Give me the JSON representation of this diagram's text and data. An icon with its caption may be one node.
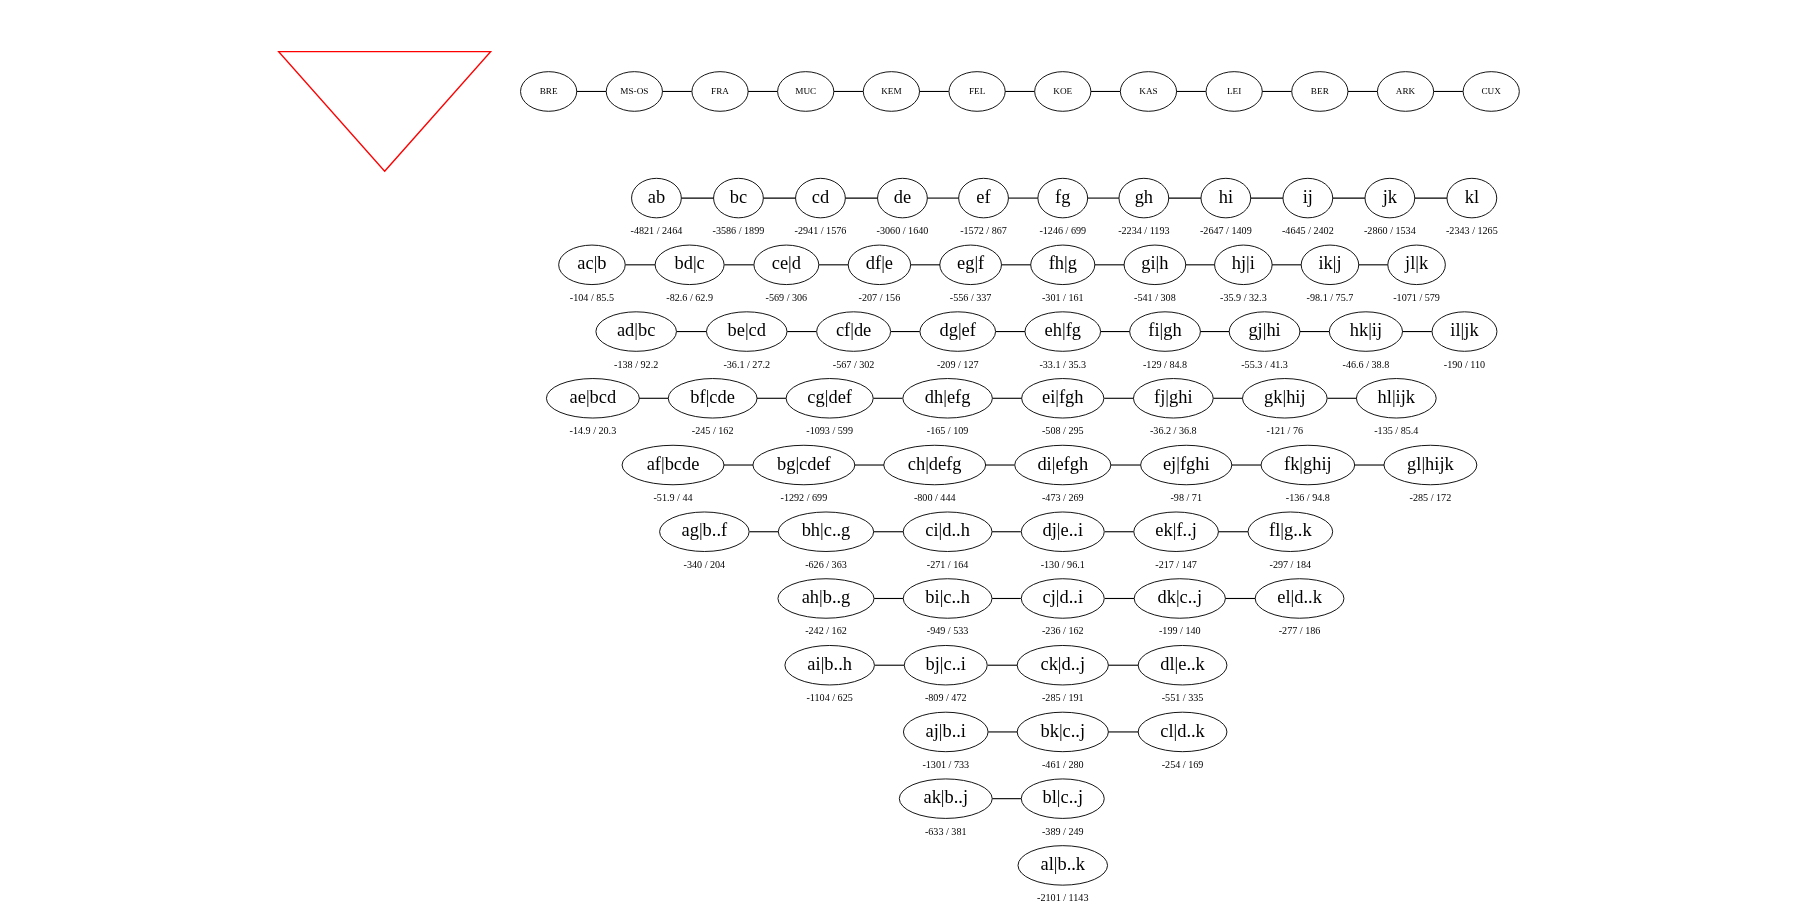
{
  "diagram": {
    "nodes": [
      {
        "text": [],
        "shape": "triangle"
      },
      {
        "text": [
          "BRE"
        ]
      },
      {
        "text": [
          "MS-OS"
        ]
      },
      {
        "text": [
          "FRA"
        ]
      },
      {
        "text": [
          "MUC"
        ]
      },
      {
        "text": [
          "KEM"
        ]
      },
      {
        "text": [
          "FEL"
        ]
      },
      {
        "text": [
          "KOE"
        ]
      },
      {
        "text": [
          "KAS"
        ]
      },
      {
        "text": [
          "LEI"
        ]
      },
      {
        "text": [
          "BER"
        ]
      },
      {
        "text": [
          "ARK"
        ]
      },
      {
        "text": [
          "CUX"
        ]
      },
      {
        "text": [
          "ab"
        ],
        "beside": [
          "-4821 / 2464"
        ]
      },
      {
        "text": [
          "bc"
        ],
        "beside": [
          "-3586 / 1899"
        ]
      },
      {
        "text": [
          "cd"
        ],
        "beside": [
          "-2941 / 1576"
        ]
      },
      {
        "text": [
          "de"
        ],
        "beside": [
          "-3060 / 1640"
        ]
      },
      {
        "text": [
          "ef"
        ],
        "beside": [
          "-1572 / 867"
        ]
      },
      {
        "text": [
          "fg"
        ],
        "beside": [
          "-1246 / 699"
        ]
      },
      {
        "text": [
          "gh"
        ],
        "beside": [
          "-2234 / 1193"
        ]
      },
      {
        "text": [
          "hi"
        ],
        "beside": [
          "-2647 / 1409"
        ]
      },
      {
        "text": [
          "ij"
        ],
        "beside": [
          "-4645 / 2402"
        ]
      },
      {
        "text": [
          "jk"
        ],
        "beside": [
          "-2860 / 1534"
        ]
      },
      {
        "text": [
          "kl"
        ],
        "beside": [
          "-2343 / 1265"
        ]
      },
      {
        "text": [
          "ac|b"
        ],
        "beside": [
          "-104 / 85.5"
        ]
      },
      {
        "text": [
          "bd|c"
        ],
        "beside": [
          "-82.6 / 62.9"
        ]
      },
      {
        "text": [
          "ce|d"
        ],
        "beside": [
          "-569 / 306"
        ]
      },
      {
        "text": [
          "df|e"
        ],
        "beside": [
          "-207 / 156"
        ]
      },
      {
        "text": [
          "eg|f"
        ],
        "beside": [
          "-556 / 337"
        ]
      },
      {
        "text": [
          "fh|g"
        ],
        "beside": [
          "-301 / 161"
        ]
      },
      {
        "text": [
          "gi|h"
        ],
        "beside": [
          "-541 / 308"
        ]
      },
      {
        "text": [
          "hj|i"
        ],
        "beside": [
          "-35.9 / 32.3"
        ]
      },
      {
        "text": [
          "ik|j"
        ],
        "beside": [
          "-98.1 / 75.7"
        ]
      },
      {
        "text": [
          "jl|k"
        ],
        "beside": [
          "-1071 / 579"
        ]
      },
      {
        "text": [
          "ad|bc"
        ],
        "beside": [
          "-138 / 92.2"
        ]
      },
      {
        "text": [
          "be|cd"
        ],
        "beside": [
          "-36.1 / 27.2"
        ]
      },
      {
        "text": [
          "cf|de"
        ],
        "beside": [
          "-567 / 302"
        ]
      },
      {
        "text": [
          "dg|ef"
        ],
        "beside": [
          "-209 / 127"
        ]
      },
      {
        "text": [
          "eh|fg"
        ],
        "beside": [
          "-33.1 / 35.3"
        ]
      },
      {
        "text": [
          "fi|gh"
        ],
        "beside": [
          "-129 / 84.8"
        ]
      },
      {
        "text": [
          "gj|hi"
        ],
        "beside": [
          "-55.3 / 41.3"
        ]
      },
      {
        "text": [
          "hk|ij"
        ],
        "beside": [
          "-46.6 / 38.8"
        ]
      },
      {
        "text": [
          "il|jk"
        ],
        "beside": [
          "-190 / 110"
        ]
      },
      {
        "text": [
          "ae|bcd"
        ],
        "beside": [
          "-14.9 / 20.3"
        ]
      },
      {
        "text": [
          "bf|cde"
        ],
        "beside": [
          "-245 / 162"
        ]
      },
      {
        "text": [
          "cg|def"
        ],
        "beside": [
          "-1093 / 599"
        ]
      },
      {
        "text": [
          "dh|efg"
        ],
        "beside": [
          "-165 / 109"
        ]
      },
      {
        "text": [
          "ei|fgh"
        ],
        "beside": [
          "-508 / 295"
        ]
      },
      {
        "text": [
          "fj|ghi"
        ],
        "beside": [
          "-36.2 / 36.8"
        ]
      },
      {
        "text": [
          "gk|hij"
        ],
        "beside": [
          "-121 / 76"
        ]
      },
      {
        "text": [
          "hl|ijk"
        ],
        "beside": [
          "-135 / 85.4"
        ]
      },
      {
        "text": [
          "af|bcde"
        ],
        "beside": [
          "-51.9 / 44"
        ]
      },
      {
        "text": [
          "bg|cdef"
        ],
        "beside": [
          "-1292 / 699"
        ]
      },
      {
        "text": [
          "ch|defg"
        ],
        "beside": [
          "-800 / 444"
        ]
      },
      {
        "text": [
          "di|efgh"
        ],
        "beside": [
          "-473 / 269"
        ]
      },
      {
        "text": [
          "ej|fghi"
        ],
        "beside": [
          "-98 / 71"
        ]
      },
      {
        "text": [
          "fk|ghij"
        ],
        "beside": [
          "-136 / 94.8"
        ]
      },
      {
        "text": [
          "gl|hijk"
        ],
        "beside": [
          "-285 / 172"
        ]
      },
      {
        "text": [
          "ag|b..f"
        ],
        "beside": [
          "-340 / 204"
        ]
      },
      {
        "text": [
          "bh|c..g"
        ],
        "beside": [
          "-626 / 363"
        ]
      },
      {
        "text": [
          "ci|d..h"
        ],
        "beside": [
          "-271 / 164"
        ]
      },
      {
        "text": [
          "dj|e..i"
        ],
        "beside": [
          "-130 / 96.1"
        ]
      },
      {
        "text": [
          "ek|f..j"
        ],
        "beside": [
          "-217 / 147"
        ]
      },
      {
        "text": [
          "fl|g..k"
        ],
        "beside": [
          "-297 / 184"
        ]
      },
      {
        "text": [
          "ah|b..g"
        ],
        "beside": [
          "-242 / 162"
        ]
      },
      {
        "text": [
          "bi|c..h"
        ],
        "beside": [
          "-949 / 533"
        ]
      },
      {
        "text": [
          "cj|d..i"
        ],
        "beside": [
          "-236 / 162"
        ]
      },
      {
        "text": [
          "dk|c..j"
        ],
        "beside": [
          "-199 / 140"
        ]
      },
      {
        "text": [
          "el|d..k"
        ],
        "beside": [
          "-277 / 186"
        ]
      },
      {
        "text": [
          "ai|b..h"
        ],
        "beside": [
          "-1104 / 625"
        ]
      },
      {
        "text": [
          "bj|c..i"
        ],
        "beside": [
          "-809 / 472"
        ]
      },
      {
        "text": [
          "ck|d..j"
        ],
        "beside": [
          "-285 / 191"
        ]
      },
      {
        "text": [
          "dl|e..k"
        ],
        "beside": [
          "-551 / 335"
        ]
      },
      {
        "text": [
          "aj|b..i"
        ],
        "beside": [
          "-1301 / 733"
        ]
      },
      {
        "text": [
          "bk|c..j"
        ],
        "beside": [
          "-461 / 280"
        ]
      },
      {
        "text": [
          "cl|d..k"
        ],
        "beside": [
          "-254 / 169"
        ]
      },
      {
        "text": [
          "ak|b..j"
        ],
        "beside": [
          "-633 / 381"
        ]
      },
      {
        "text": [
          "bl|c..j"
        ],
        "beside": [
          "-389 / 249"
        ]
      },
      {
        "text": [
          "al|b..k"
        ],
        "beside": [
          "-2101 / 1143"
        ]
      }
    ],
    "edges": [
      {
        "from": 1,
        "to": 2,
        "arrow": "none"
      },
      {
        "from": 2,
        "to": 3,
        "arrow": "none"
      },
      {
        "from": 3,
        "to": 4,
        "arrow": "none"
      },
      {
        "from": 4,
        "to": 5,
        "arrow": "none"
      },
      {
        "from": 5,
        "to": 6,
        "arrow": "none"
      },
      {
        "from": 6,
        "to": 7,
        "arrow": "none"
      },
      {
        "from": 7,
        "to": 8,
        "arrow": "none"
      },
      {
        "from": 8,
        "to": 9,
        "arrow": "none"
      },
      {
        "from": 9,
        "to": 10,
        "arrow": "none"
      },
      {
        "from": 10,
        "to": 11,
        "arrow": "none"
      },
      {
        "from": 11,
        "to": 12,
        "arrow": "none"
      },
      {
        "from": 13,
        "to": 14,
        "arrow": "none"
      },
      {
        "from": 14,
        "to": 15,
        "arrow": "none"
      },
      {
        "from": 15,
        "to": 16,
        "arrow": "none"
      },
      {
        "from": 16,
        "to": 17,
        "arrow": "none"
      },
      {
        "from": 17,
        "to": 18,
        "arrow": "none"
      },
      {
        "from": 18,
        "to": 19,
        "arrow": "none"
      },
      {
        "from": 19,
        "to": 20,
        "arrow": "none"
      },
      {
        "from": 20,
        "to": 21,
        "arrow": "none"
      },
      {
        "from": 21,
        "to": 22,
        "arrow": "none"
      },
      {
        "from": 22,
        "to": 23,
        "arrow": "none"
      },
      {
        "from": 24,
        "to": 25,
        "arrow": "none"
      },
      {
        "from": 25,
        "to": 26,
        "arrow": "none"
      },
      {
        "from": 26,
        "to": 27,
        "arrow": "none"
      },
      {
        "from": 27,
        "to": 28,
        "arrow": "none"
      },
      {
        "from": 28,
        "to": 29,
        "arrow": "none"
      },
      {
        "from": 29,
        "to": 30,
        "arrow": "none"
      },
      {
        "from": 30,
        "to": 31,
        "arrow": "none"
      },
      {
        "from": 31,
        "to": 32,
        "arrow": "none"
      },
      {
        "from": 32,
        "to": 33,
        "arrow": "none"
      },
      {
        "from": 34,
        "to": 35,
        "arrow": "none"
      },
      {
        "from": 35,
        "to": 36,
        "arrow": "none"
      },
      {
        "from": 36,
        "to": 37,
        "arrow": "none"
      },
      {
        "from": 37,
        "to": 38,
        "arrow": "none"
      },
      {
        "from": 38,
        "to": 39,
        "arrow": "none"
      },
      {
        "from": 39,
        "to": 40,
        "arrow": "none"
      },
      {
        "from": 40,
        "to": 41,
        "arrow": "none"
      },
      {
        "from": 41,
        "to": 42,
        "arrow": "none"
      },
      {
        "from": 43,
        "to": 44,
        "arrow": "none"
      },
      {
        "from": 44,
        "to": 45,
        "arrow": "none"
      },
      {
        "from": 45,
        "to": 46,
        "arrow": "none"
      },
      {
        "from": 46,
        "to": 47,
        "arrow": "none"
      },
      {
        "from": 47,
        "to": 48,
        "arrow": "none"
      },
      {
        "from": 48,
        "to": 49,
        "arrow": "none"
      },
      {
        "from": 49,
        "to": 50,
        "arrow": "none"
      },
      {
        "from": 51,
        "to": 52,
        "arrow": "none"
      },
      {
        "from": 52,
        "to": 53,
        "arrow": "none"
      },
      {
        "from": 53,
        "to": 54,
        "arrow": "none"
      },
      {
        "from": 54,
        "to": 55,
        "arrow": "none"
      },
      {
        "from": 55,
        "to": 56,
        "arrow": "none"
      },
      {
        "from": 56,
        "to": 57,
        "arrow": "none"
      },
      {
        "from": 58,
        "to": 59,
        "arrow": "none"
      },
      {
        "from": 59,
        "to": 60,
        "arrow": "none"
      },
      {
        "from": 60,
        "to": 61,
        "arrow": "none"
      },
      {
        "from": 61,
        "to": 62,
        "arrow": "none"
      },
      {
        "from": 62,
        "to": 63,
        "arrow": "none"
      },
      {
        "from": 64,
        "to": 65,
        "arrow": "none"
      },
      {
        "from": 65,
        "to": 66,
        "arrow": "none"
      },
      {
        "from": 66,
        "to": 67,
        "arrow": "none"
      },
      {
        "from": 67,
        "to": 68,
        "arrow": "none"
      },
      {
        "from": 69,
        "to": 70,
        "arrow": "none"
      },
      {
        "from": 70,
        "to": 71,
        "arrow": "none"
      },
      {
        "from": 71,
        "to": 72,
        "arrow": "none"
      },
      {
        "from": 73,
        "to": 74,
        "arrow": "none"
      },
      {
        "from": 74,
        "to": 75,
        "arrow": "none"
      },
      {
        "from": 76,
        "to": 77,
        "arrow": "none"
      }
    ]
  }
}
